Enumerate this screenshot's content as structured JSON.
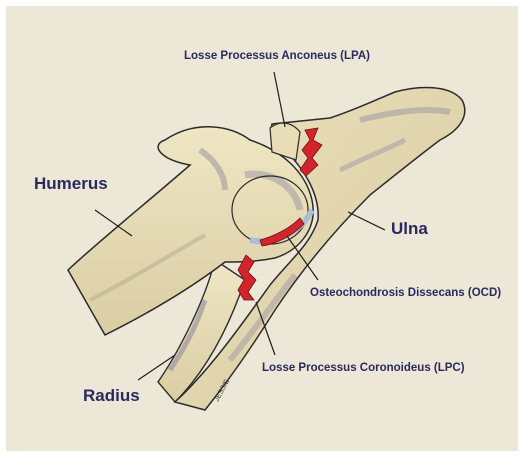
{
  "labels": {
    "lpa": "Losse Processus Anconeus (LPA)",
    "humerus": "Humerus",
    "ulna": "Ulna",
    "ocd": "Osteochondrosis Dissecans (OCD)",
    "lpc": "Losse Processus Coronoideus (LPC)",
    "radius": "Radius"
  },
  "signature": "JESSIE",
  "colors": {
    "background": "#ece7d7",
    "bone": "#e6dcb6",
    "bone_shadow": "#9a93a3",
    "lesion": "#d4242b",
    "cartilage": "#a9bfd3",
    "label_text": "#2a2a5e"
  }
}
